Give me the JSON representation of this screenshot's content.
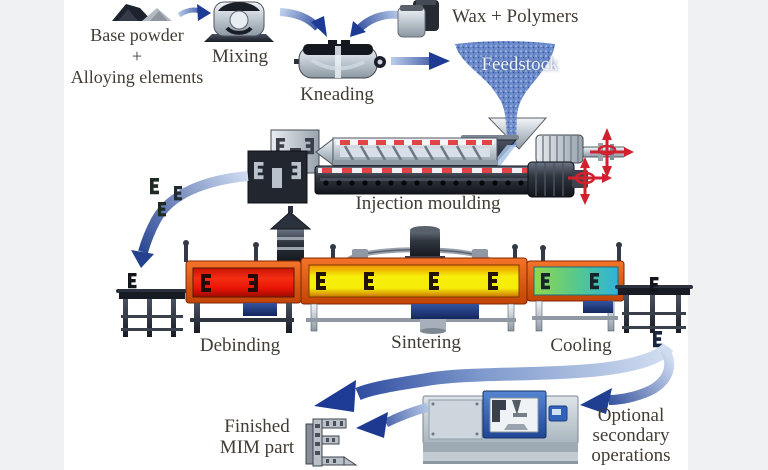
{
  "diagram": {
    "title_implied": "Metal injection moulding process flow",
    "labels": {
      "base_powder": [
        "Base powder",
        "+",
        "Alloying elements"
      ],
      "mixing": "Mixing",
      "kneading": "Kneading",
      "wax_polymers": "Wax + Polymers",
      "feedstock": "Feedstock",
      "injection_moulding": "Injection moulding",
      "debinding": "Debinding",
      "sintering": "Sintering",
      "cooling": "Cooling",
      "finished": [
        "Finished",
        "MIM part"
      ],
      "optional": [
        "Optional",
        "secondary",
        "operations"
      ]
    },
    "icons": [
      "powder-piles-icon",
      "mixer-machine-icon",
      "kneader-machine-icon",
      "wax-polymer-bags-icon",
      "feedstock-funnel-icon",
      "injection-moulding-machine-icon",
      "mould-plates-icon",
      "debinding-furnace-icon",
      "sintering-furnace-icon",
      "cooling-furnace-icon",
      "conveyor-table-icon",
      "cnc-machine-icon",
      "finished-part-icon",
      "flow-arrow-icon"
    ],
    "colors": {
      "background": "#ffffff",
      "side_bars": "#eff0f2",
      "text": "#413c34",
      "arrow_light": "#c9d8ee",
      "arrow_dark": "#1d3a94",
      "feedstock_blue": "#6787c8",
      "furnace_frame_orange": "#d85510",
      "debinding_interior_red": "#ea1808",
      "sintering_interior_yellow": "#f6ee08",
      "cooling_interior_green": "#8ed74e",
      "cooling_interior_cyan": "#2fb3da",
      "machine_red_arrows": "#d2212e",
      "cnc_cabinet_blue": "#2f62b8"
    }
  }
}
